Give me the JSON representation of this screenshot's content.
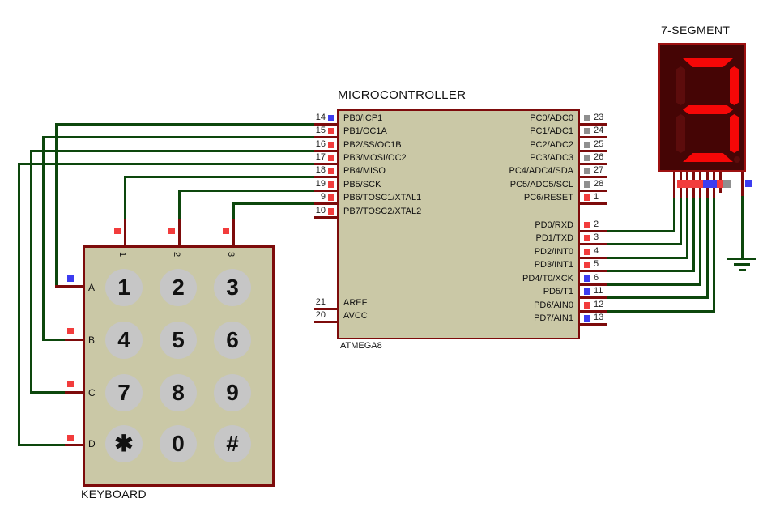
{
  "colors": {
    "state_red": "#f23c3c",
    "state_blue": "#3c3cf0",
    "state_gray": "#8f8f8f",
    "wire_green": "#0d470d",
    "pin_maroon": "#7d0b0b",
    "component_body": "#cac8a6",
    "segment_on": "#f50707",
    "segment_off": "#5c0c0c",
    "display_body": "#450505"
  },
  "mcu": {
    "title": "MICROCONTROLLER",
    "chip_name": "ATMEGA8",
    "left_pins": [
      {
        "num": "14",
        "name": "PB0/ICP1",
        "state": "blue"
      },
      {
        "num": "15",
        "name": "PB1/OC1A",
        "state": "red"
      },
      {
        "num": "16",
        "name": "PB2/SS/OC1B",
        "state": "red"
      },
      {
        "num": "17",
        "name": "PB3/MOSI/OC2",
        "state": "red"
      },
      {
        "num": "18",
        "name": "PB4/MISO",
        "state": "red"
      },
      {
        "num": "19",
        "name": "PB5/SCK",
        "state": "red"
      },
      {
        "num": "9",
        "name": "PB6/TOSC1/XTAL1",
        "state": "red"
      },
      {
        "num": "10",
        "name": "PB7/TOSC2/XTAL2",
        "state": "red"
      }
    ],
    "pc_pins": [
      {
        "num": "23",
        "name": "PC0/ADC0",
        "state": "gray"
      },
      {
        "num": "24",
        "name": "PC1/ADC1",
        "state": "gray"
      },
      {
        "num": "25",
        "name": "PC2/ADC2",
        "state": "gray"
      },
      {
        "num": "26",
        "name": "PC3/ADC3",
        "state": "gray"
      },
      {
        "num": "27",
        "name": "PC4/ADC4/SDA",
        "state": "gray"
      },
      {
        "num": "28",
        "name": "PC5/ADC5/SCL",
        "state": "gray"
      },
      {
        "num": "1",
        "name": "PC6/RESET",
        "state": "red"
      }
    ],
    "pd_pins": [
      {
        "num": "2",
        "name": "PD0/RXD",
        "state": "red"
      },
      {
        "num": "3",
        "name": "PD1/TXD",
        "state": "red"
      },
      {
        "num": "4",
        "name": "PD2/INT0",
        "state": "red"
      },
      {
        "num": "5",
        "name": "PD3/INT1",
        "state": "red"
      },
      {
        "num": "6",
        "name": "PD4/T0/XCK",
        "state": "blue"
      },
      {
        "num": "11",
        "name": "PD5/T1",
        "state": "blue"
      },
      {
        "num": "12",
        "name": "PD6/AIN0",
        "state": "red"
      },
      {
        "num": "13",
        "name": "PD7/AIN1",
        "state": "blue"
      }
    ],
    "power_pins": [
      {
        "num": "21",
        "name": "AREF"
      },
      {
        "num": "20",
        "name": "AVCC"
      }
    ]
  },
  "keypad": {
    "title": "KEYBOARD",
    "row_labels": [
      "A",
      "B",
      "C",
      "D"
    ],
    "col_labels": [
      "1",
      "2",
      "3"
    ],
    "keys": [
      [
        "1",
        "2",
        "3"
      ],
      [
        "4",
        "5",
        "6"
      ],
      [
        "7",
        "8",
        "9"
      ],
      [
        "✱",
        "0",
        "#"
      ]
    ],
    "row_states": [
      "blue",
      "red",
      "red",
      "red"
    ],
    "col_states": [
      "red",
      "red",
      "red"
    ]
  },
  "display": {
    "title": "7-SEGMENT",
    "value": "3",
    "seg_states": {
      "a": "on",
      "b": "on",
      "c": "on",
      "d": "on",
      "e": "off",
      "f": "off",
      "g": "on",
      "dp": "off"
    },
    "pin_states": [
      "red",
      "red",
      "red",
      "red",
      "blue",
      "blue",
      "red",
      "gray"
    ],
    "common_state": "blue"
  }
}
